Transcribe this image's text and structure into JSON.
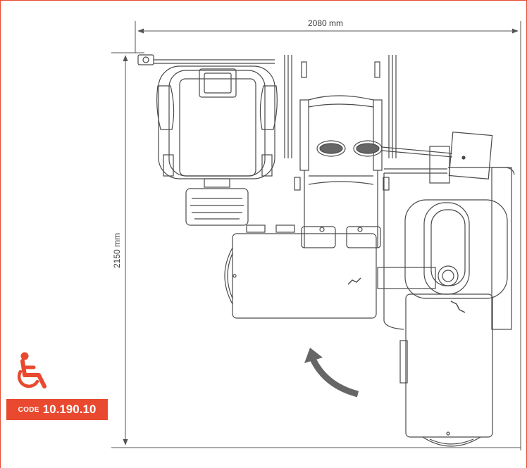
{
  "dimensions": {
    "width_label": "2080 mm",
    "depth_label": "2150 mm"
  },
  "code": {
    "prefix": "CODE",
    "number": "10.190.10"
  },
  "icons": {
    "accessibility": "wheelchair-icon",
    "rotation": "curved-arrow-icon"
  },
  "colors": {
    "accent": "#e8492f",
    "line": "#555555"
  }
}
